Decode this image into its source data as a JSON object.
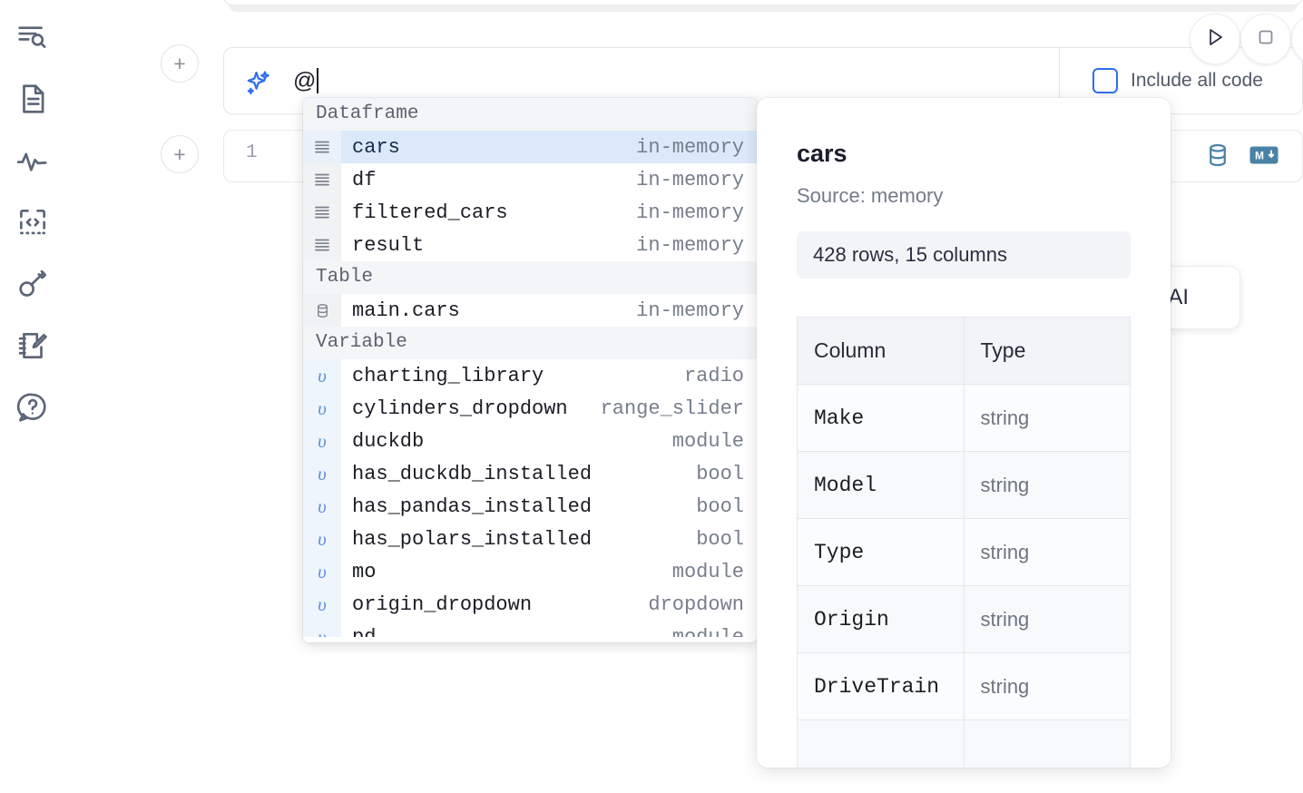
{
  "sidebar": {
    "items": [
      {
        "icon": "outline-search-icon",
        "name": "sidebar-item-explore"
      },
      {
        "icon": "document-icon",
        "name": "sidebar-item-files"
      },
      {
        "icon": "activity-pulse-icon",
        "name": "sidebar-item-variables"
      },
      {
        "icon": "code-brackets-icon",
        "name": "sidebar-item-snippets"
      },
      {
        "icon": "key-icon",
        "name": "sidebar-item-secrets"
      },
      {
        "icon": "notebook-pencil-icon",
        "name": "sidebar-item-scratchpad"
      },
      {
        "icon": "chat-question-icon",
        "name": "sidebar-item-help"
      }
    ]
  },
  "toolbar": {
    "add_cell_label": "+",
    "run_label": "run-icon",
    "stop_label": "stop-icon",
    "include_all_code_label": "Include all code",
    "include_all_code_checked": false
  },
  "prompt": {
    "text": "@",
    "sparkle_icon": "sparkle-icon"
  },
  "cell": {
    "line_number": "1",
    "actions": [
      {
        "icon": "database-icon",
        "name": "cell-action-database"
      },
      {
        "icon": "markdown-icon",
        "name": "cell-action-markdown"
      }
    ]
  },
  "with_ai_chip": {
    "label": "AI"
  },
  "autocomplete": {
    "groups": [
      {
        "label": "Dataframe",
        "kind": "dataframe",
        "icon": "dataframe-rows-icon",
        "items": [
          {
            "name": "cars",
            "type": "in-memory",
            "selected": true
          },
          {
            "name": "df",
            "type": "in-memory",
            "selected": false
          },
          {
            "name": "filtered_cars",
            "type": "in-memory",
            "selected": false
          },
          {
            "name": "result",
            "type": "in-memory",
            "selected": false
          }
        ]
      },
      {
        "label": "Table",
        "kind": "table",
        "icon": "database-small-icon",
        "items": [
          {
            "name": "main.cars",
            "type": "in-memory",
            "selected": false
          }
        ]
      },
      {
        "label": "Variable",
        "kind": "variable",
        "icon": "variable-upsilon-icon",
        "items": [
          {
            "name": "charting_library",
            "type": "radio",
            "selected": false
          },
          {
            "name": "cylinders_dropdown",
            "type": "range_slider",
            "selected": false
          },
          {
            "name": "duckdb",
            "type": "module",
            "selected": false
          },
          {
            "name": "has_duckdb_installed",
            "type": "bool",
            "selected": false
          },
          {
            "name": "has_pandas_installed",
            "type": "bool",
            "selected": false
          },
          {
            "name": "has_polars_installed",
            "type": "bool",
            "selected": false
          },
          {
            "name": "mo",
            "type": "module",
            "selected": false
          },
          {
            "name": "origin_dropdown",
            "type": "dropdown",
            "selected": false
          }
        ]
      }
    ]
  },
  "info_panel": {
    "title": "cars",
    "source": "Source: memory",
    "shape": "428 rows, 15 columns",
    "table": {
      "headers": [
        "Column",
        "Type"
      ],
      "rows": [
        [
          "Make",
          "string"
        ],
        [
          "Model",
          "string"
        ],
        [
          "Type",
          "string"
        ],
        [
          "Origin",
          "string"
        ],
        [
          "DriveTrain",
          "string"
        ]
      ]
    }
  },
  "colors": {
    "accent_blue": "#2f6fed",
    "selection_blue": "#dbe9fb",
    "icon_slate": "#5b6577",
    "steel_blue": "#4a82a6",
    "muted_text": "#777e8c"
  }
}
